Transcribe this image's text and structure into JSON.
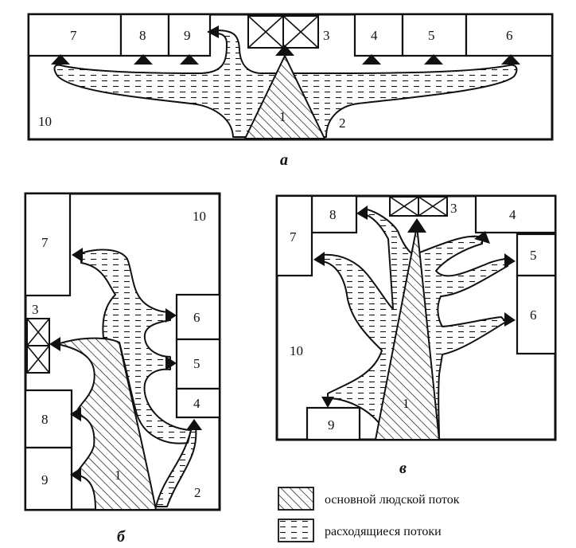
{
  "diagrams": {
    "a": {
      "caption": "а",
      "rooms": [
        "7",
        "8",
        "9",
        "3",
        "4",
        "5",
        "6"
      ],
      "labels": {
        "main": "1",
        "entrance": "2",
        "hall": "10"
      }
    },
    "b": {
      "caption": "б",
      "rooms": [
        "7",
        "3",
        "8",
        "9",
        "6",
        "5",
        "4"
      ],
      "labels": {
        "main": "1",
        "entrance": "2",
        "hall": "10"
      }
    },
    "v": {
      "caption": "в",
      "rooms": [
        "8",
        "3",
        "4",
        "7",
        "5",
        "6",
        "9"
      ],
      "labels": {
        "main": "1",
        "hall": "10"
      }
    }
  },
  "legend": {
    "main_flow": "основной людской поток",
    "diverging_flows": "расходящиеся потоки"
  }
}
